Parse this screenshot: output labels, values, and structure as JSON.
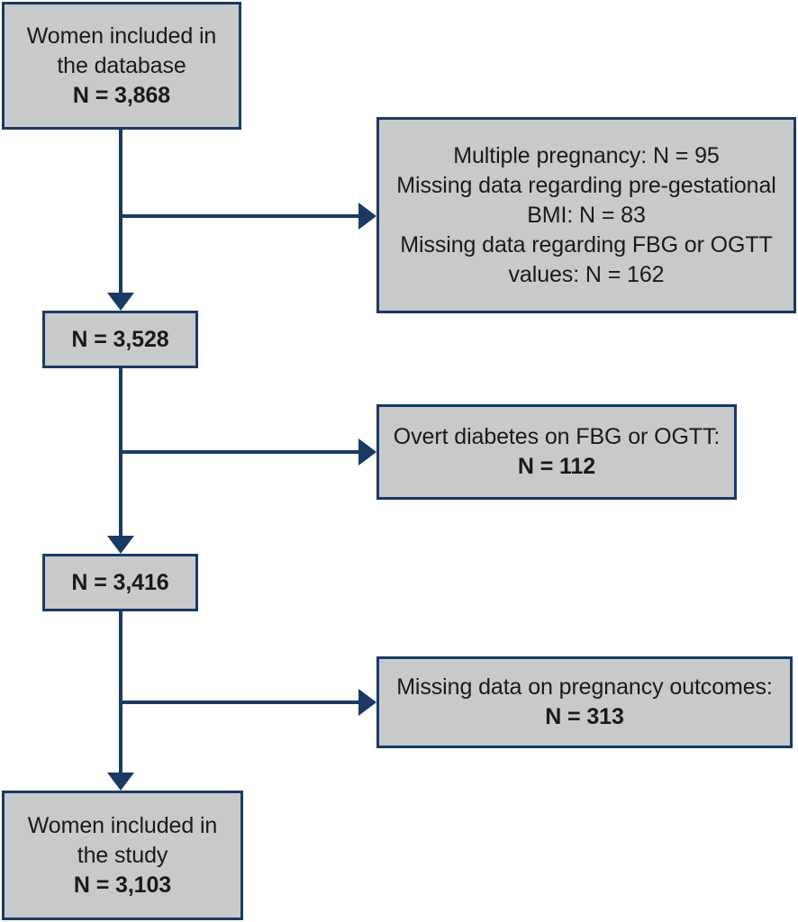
{
  "diagram": {
    "type": "study-flow-chart",
    "colors": {
      "box_fill": "#c8c9cb",
      "box_border": "#1b3a63",
      "connector": "#1b3a63",
      "text": "#1a1a1a",
      "background": "#ffffff"
    }
  },
  "nodes": {
    "database": {
      "line1": "Women included in",
      "line2": "the database",
      "count": "N = 3,868"
    },
    "after_exclusion_1": {
      "count": "N = 3,528"
    },
    "after_exclusion_2": {
      "count": "N = 3,416"
    },
    "study": {
      "line1": "Women included in",
      "line2": "the study",
      "count": "N = 3,103"
    }
  },
  "exclusions": {
    "step1": {
      "line1": "Multiple pregnancy: N = 95",
      "line2": "Missing data regarding pre-gestational",
      "line3": "BMI: N = 83",
      "line4": "Missing data regarding FBG or OGTT",
      "line5": "values: N = 162"
    },
    "step2": {
      "line1": "Overt diabetes on FBG or OGTT:",
      "count": "N = 112"
    },
    "step3": {
      "line1": "Missing data on pregnancy outcomes:",
      "count": "N = 313"
    }
  }
}
